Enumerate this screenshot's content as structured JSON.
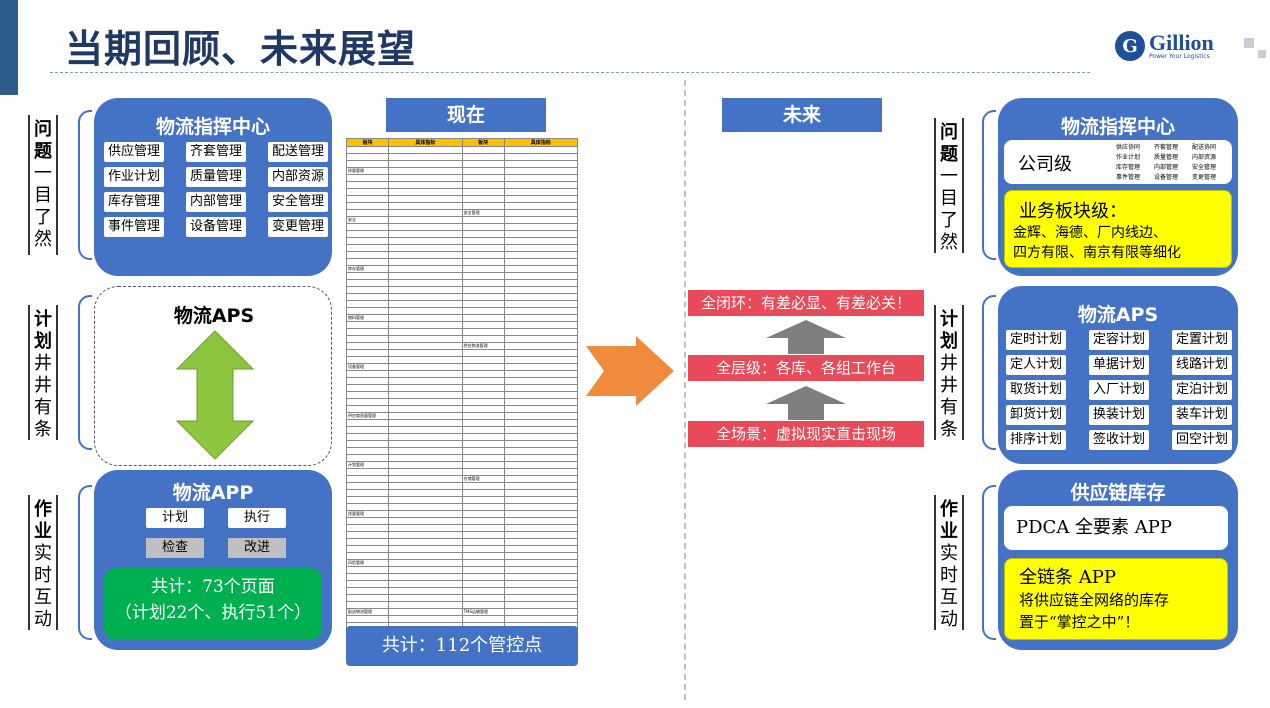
{
  "page": {
    "title": "当期回顾、未来展望"
  },
  "logo": {
    "name": "Gillion",
    "tagline": "Power Your Logistics",
    "mark": "G"
  },
  "side_labels": {
    "problem": [
      "问",
      "题",
      "一",
      "目",
      "了",
      "然"
    ],
    "plan": [
      "计",
      "划",
      "井",
      "井",
      "有",
      "条"
    ],
    "work": [
      "作",
      "业",
      "实",
      "时",
      "互",
      "动"
    ]
  },
  "left": {
    "command_center": {
      "title": "物流指挥中心",
      "items": [
        "供应管理",
        "齐套管理",
        "配送管理",
        "作业计划",
        "质量管理",
        "内部资源",
        "库存管理",
        "内部管理",
        "安全管理",
        "事件管理",
        "设备管理",
        "变更管理"
      ]
    },
    "aps": {
      "title": "物流APS"
    },
    "app": {
      "title": "物流APP",
      "buttons": [
        "计划",
        "执行"
      ],
      "grey_buttons": [
        "检查",
        "改进"
      ],
      "summary_line1": "共计：73个页面",
      "summary_line2": "（计划22个、执行51个）"
    }
  },
  "now": {
    "header": "现在",
    "table_headers": [
      "板块",
      "具体指标",
      "板块",
      "具体指标"
    ],
    "left_sections": [
      "质量管理",
      "安全",
      "库存管理",
      "物料管理",
      "设备管理",
      "供应商质量管理",
      "计划管理",
      "质量管理",
      "风险管理",
      "配送物流管理"
    ],
    "right_sections": [
      "安全管理",
      "供应物流管理",
      "仓储管理",
      "TMS运输管理"
    ],
    "total": "共计：112个管控点"
  },
  "future": {
    "header": "未来",
    "bars": [
      "全闭环：有差必显、有差必关！",
      "全层级：各库、各组工作台",
      "全场景：虚拟现实直击现场"
    ]
  },
  "right": {
    "command_center": {
      "title": "物流指挥中心",
      "company_level": "公司级",
      "small_items": [
        "供应协同",
        "齐套管理",
        "配送协同",
        "作业计划",
        "质量管理",
        "内部资源",
        "库存管理",
        "内部管理",
        "安全管理",
        "事件管理",
        "设备管理",
        "变更管理"
      ],
      "business_title": "业务板块级：",
      "business_line1": "金辉、海德、厂内线边、",
      "business_line2": "四方有限、南京有限等细化"
    },
    "aps": {
      "title": "物流APS",
      "items": [
        "定时计划",
        "定容计划",
        "定置计划",
        "定人计划",
        "单据计划",
        "线路计划",
        "取货计划",
        "入厂计划",
        "定泊计划",
        "卸货计划",
        "换装计划",
        "装车计划",
        "排序计划",
        "签收计划",
        "回空计划"
      ]
    },
    "inventory": {
      "title": "供应链库存",
      "pdca": "PDCA 全要素 APP",
      "chain_title": "全链条 APP",
      "chain_line1": "将供应链全网络的库存",
      "chain_line2": "置于“掌控之中”！"
    }
  },
  "colors": {
    "panel": "#4472c4",
    "green": "#00b050",
    "yellow": "#ffff00",
    "red": "#e84a5a",
    "orange": "#f08a3c",
    "arrow_green": "#8ec63f",
    "title": "#1f3864"
  }
}
